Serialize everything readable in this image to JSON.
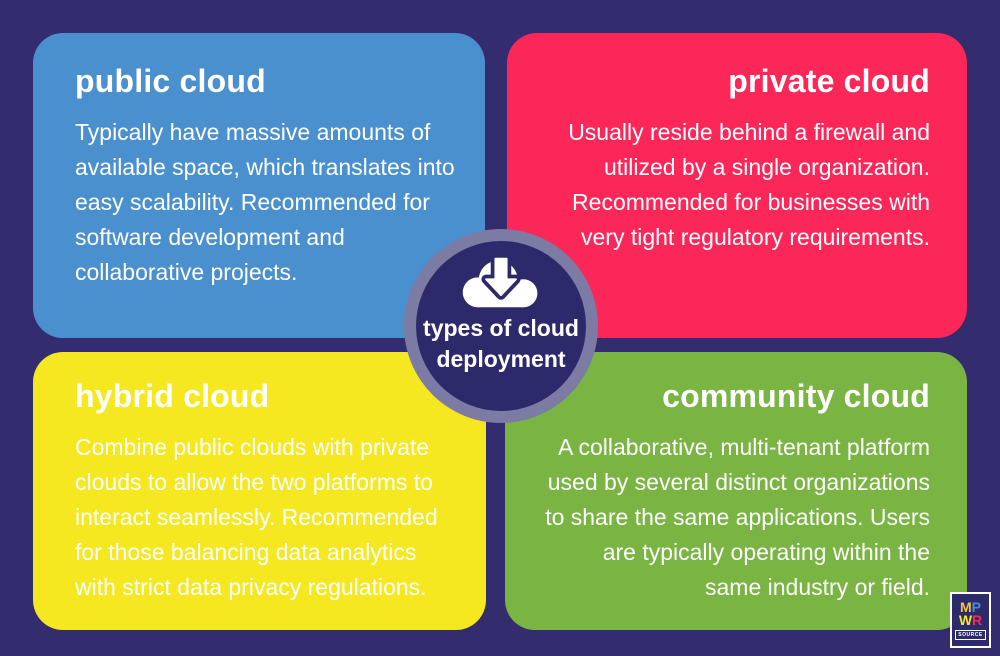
{
  "background_color": "#332c6f",
  "text_color": "#ffffff",
  "cards": {
    "public": {
      "title": "public cloud",
      "body": "Typically have massive amounts of\navailable space, which translates into\neasy scalability. Recommended for\nsoftware development and\ncollaborative projects.",
      "color": "#4a8fce",
      "align": "left"
    },
    "private": {
      "title": "private cloud",
      "body": "Usually reside behind a firewall and\nutilized by a single organization.\nRecommended for businesses with\nvery tight regulatory requirements.",
      "color": "#fb2758",
      "align": "right"
    },
    "hybrid": {
      "title": "hybrid cloud",
      "body": "Combine public clouds with private\nclouds to allow the two platforms to\ninteract seamlessly. Recommended\nfor those balancing data analytics\nwith strict data privacy regulations.",
      "color": "#f5e821",
      "align": "left"
    },
    "community": {
      "title": "community cloud",
      "body": "A collaborative, multi-tenant platform\nused by several distinct organizations\nto share the same applications. Users\nare typically operating within the\nsame industry or field.",
      "color": "#7ab544",
      "align": "right"
    }
  },
  "center": {
    "label": "types of cloud\ndeployment",
    "icon": "cloud-download-icon",
    "circle_color": "#2d2a6b",
    "ring_color": "rgba(255,255,255,0.38)"
  },
  "logo": {
    "m": "M",
    "p": "P",
    "w": "W",
    "r": "R",
    "source": "SOURCE"
  }
}
